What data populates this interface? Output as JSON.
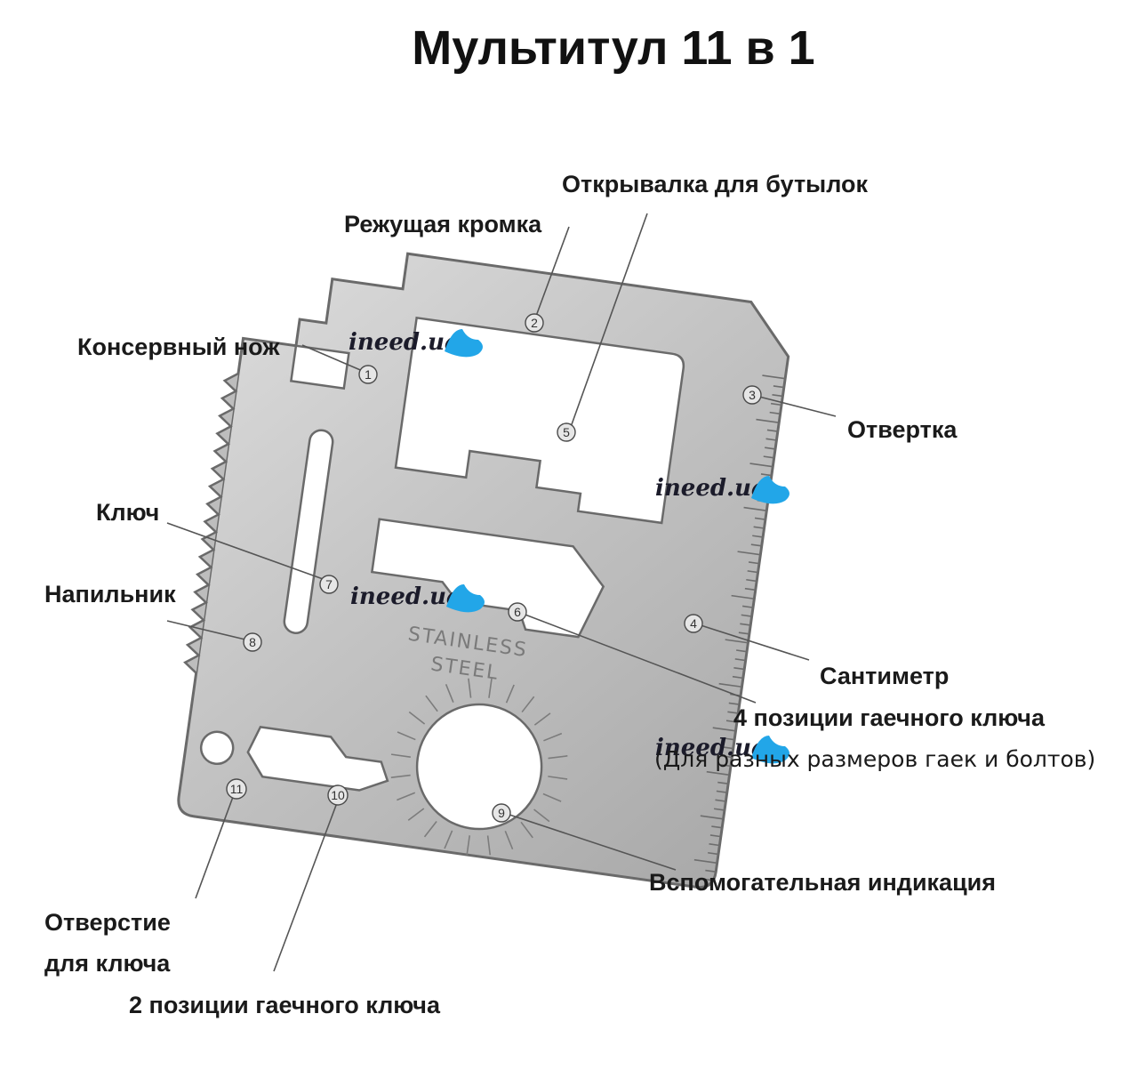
{
  "title": "Мультитул 11 в 1",
  "card": {
    "engraving_line1": "STAINLESS",
    "engraving_line2": "STEEL",
    "colors": {
      "metal": "#bdbdbd",
      "metal_dark": "#8e8e8e",
      "edge": "#6a6a6a"
    }
  },
  "watermark": {
    "text": "ineed.ua",
    "color": "#22a6e8"
  },
  "callouts": [
    {
      "num": "1",
      "label": "Консервный нож"
    },
    {
      "num": "2",
      "label": "Режущая кромка"
    },
    {
      "num": "3",
      "label": "Отвертка"
    },
    {
      "num": "4",
      "label": "Сантиметр"
    },
    {
      "num": "5",
      "label": "Открывалка для бутылок"
    },
    {
      "num": "6",
      "label": "4 позиции гаечного ключа",
      "label2": "(Для разных размеров гаек и болтов)"
    },
    {
      "num": "7",
      "label": "Ключ"
    },
    {
      "num": "8",
      "label": "Напильник"
    },
    {
      "num": "9",
      "label": "Вспомогательная индикация"
    },
    {
      "num": "10",
      "label": "2 позиции гаечного ключа"
    },
    {
      "num": "11",
      "label": "Отверстие",
      "label2": "для ключа"
    }
  ]
}
